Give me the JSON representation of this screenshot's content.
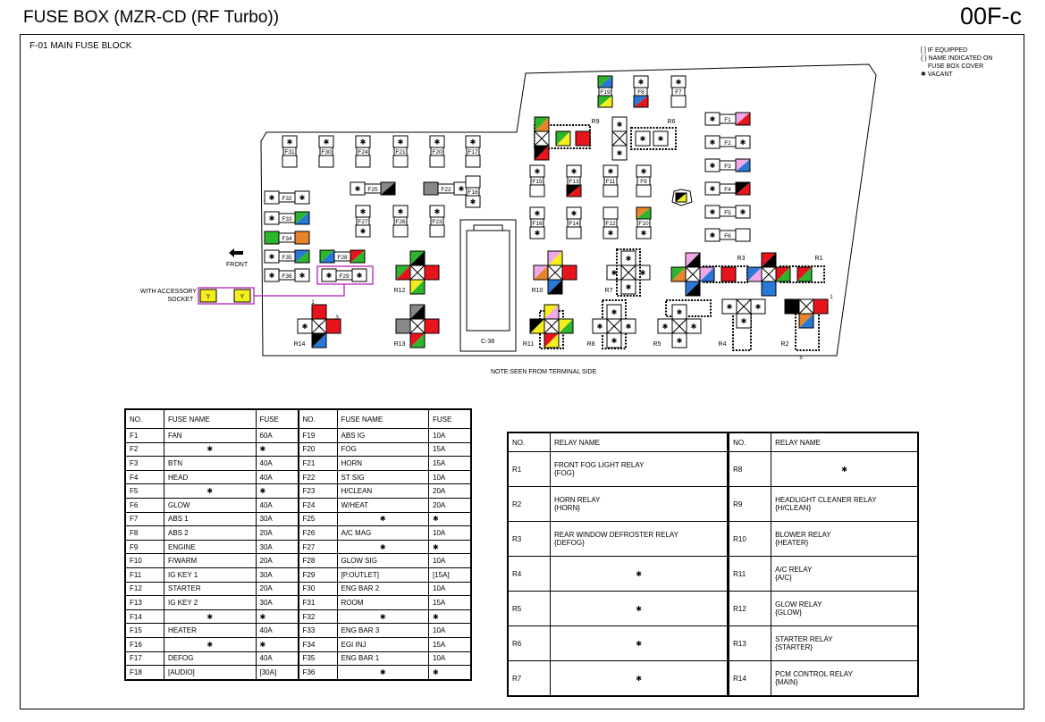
{
  "header": {
    "title": "FUSE BOX (MZR-CD (RF Turbo))",
    "code": "00F-c"
  },
  "block": {
    "label": "F-01  MAIN FUSE BLOCK"
  },
  "legend": {
    "line1": "[ ] IF EQUIPPED",
    "line2": "{ } NAME INDICATED ON",
    "line3": "FUSE BOX COVER",
    "line4": "✱ VACANT"
  },
  "diagram": {
    "front": "FRONT",
    "acc_line1": "WITH ACCESSORY",
    "acc_line2": "SOCKET :",
    "note": "NOTE:SEEN FROM TERMINAL SIDE",
    "connector": "C-38",
    "fuse_labels": [
      "F1",
      "F2",
      "F3",
      "F4",
      "F5",
      "F6",
      "F7",
      "F8",
      "F9",
      "F10",
      "F11",
      "F12",
      "F13",
      "F14",
      "F15",
      "F16",
      "F17",
      "F18",
      "F19",
      "F20",
      "F21",
      "F22",
      "F23",
      "F24",
      "F25",
      "F26",
      "F27",
      "F28",
      "F29",
      "F30",
      "F31",
      "F32",
      "F33",
      "F34",
      "F35",
      "F36"
    ],
    "relay_labels": [
      "R1",
      "R2",
      "R3",
      "R4",
      "R5",
      "R6",
      "R7",
      "R8",
      "R9",
      "R10",
      "R11",
      "R12",
      "R13",
      "R14"
    ]
  },
  "colors": {
    "red": "#e8141c",
    "green": "#2eb52e",
    "blue": "#2a78d6",
    "yellow": "#f4ee1e",
    "pink": "#f0a8e8",
    "orange": "#e8842c",
    "gray": "#888888",
    "black": "#000000",
    "accessory": "#c040c0"
  },
  "fuse_table": {
    "headers": [
      "NO.",
      "FUSE NAME",
      "FUSE",
      "NO.",
      "FUSE NAME",
      "FUSE"
    ],
    "rows": [
      [
        "F1",
        "FAN",
        "60A",
        "F19",
        "ABS IG",
        "10A"
      ],
      [
        "F2",
        "✱",
        "✱",
        "F20",
        "FOG",
        "15A"
      ],
      [
        "F3",
        "BTN",
        "40A",
        "F21",
        "HORN",
        "15A"
      ],
      [
        "F4",
        "HEAD",
        "40A",
        "F22",
        "ST SIG",
        "10A"
      ],
      [
        "F5",
        "✱",
        "✱",
        "F23",
        "H/CLEAN",
        "20A"
      ],
      [
        "F6",
        "GLOW",
        "40A",
        "F24",
        "W/HEAT",
        "20A"
      ],
      [
        "F7",
        "ABS 1",
        "30A",
        "F25",
        "✱",
        "✱"
      ],
      [
        "F8",
        "ABS 2",
        "20A",
        "F26",
        "A/C MAG",
        "10A"
      ],
      [
        "F9",
        "ENGINE",
        "30A",
        "F27",
        "✱",
        "✱"
      ],
      [
        "F10",
        "F/WARM",
        "20A",
        "F28",
        "GLOW SIG",
        "10A"
      ],
      [
        "F11",
        "IG KEY 1",
        "30A",
        "F29",
        "[P.OUTLET]",
        "[15A]"
      ],
      [
        "F12",
        "STARTER",
        "20A",
        "F30",
        "ENG BAR 2",
        "10A"
      ],
      [
        "F13",
        "IG KEY 2",
        "30A",
        "F31",
        "ROOM",
        "15A"
      ],
      [
        "F14",
        "✱",
        "✱",
        "F32",
        "✱",
        "✱"
      ],
      [
        "F15",
        "HEATER",
        "40A",
        "F33",
        "ENG BAR 3",
        "10A"
      ],
      [
        "F16",
        "✱",
        "✱",
        "F34",
        "EGI INJ",
        "15A"
      ],
      [
        "F17",
        "DEFOG",
        "40A",
        "F35",
        "ENG BAR 1",
        "10A"
      ],
      [
        "F18",
        "[AUDIO]",
        "[30A]",
        "F36",
        "✱",
        "✱"
      ]
    ]
  },
  "relay_table": {
    "headers": [
      "NO.",
      "RELAY NAME",
      "NO.",
      "RELAY NAME"
    ],
    "rows": [
      [
        "R1",
        "FRONT FOG LIGHT RELAY",
        "{FOG}",
        "R8",
        "✱",
        ""
      ],
      [
        "R2",
        "HORN RELAY",
        "{HORN}",
        "R9",
        "HEADLIGHT CLEANER RELAY",
        "{H/CLEAN}"
      ],
      [
        "R3",
        "REAR WINDOW DEFROSTER RELAY",
        "{DEFOG}",
        "R10",
        "BLOWER RELAY",
        "{HEATER}"
      ],
      [
        "R4",
        "✱",
        "",
        "R11",
        "A/C RELAY",
        "{A/C}"
      ],
      [
        "R5",
        "✱",
        "",
        "R12",
        "GLOW RELAY",
        " {GLOW}"
      ],
      [
        "R6",
        "✱",
        "",
        "R13",
        "STARTER RELAY",
        "{STARTER}"
      ],
      [
        "R7",
        "✱",
        "",
        "R14",
        "PCM CONTROL RELAY",
        "{MAIN}"
      ]
    ]
  }
}
